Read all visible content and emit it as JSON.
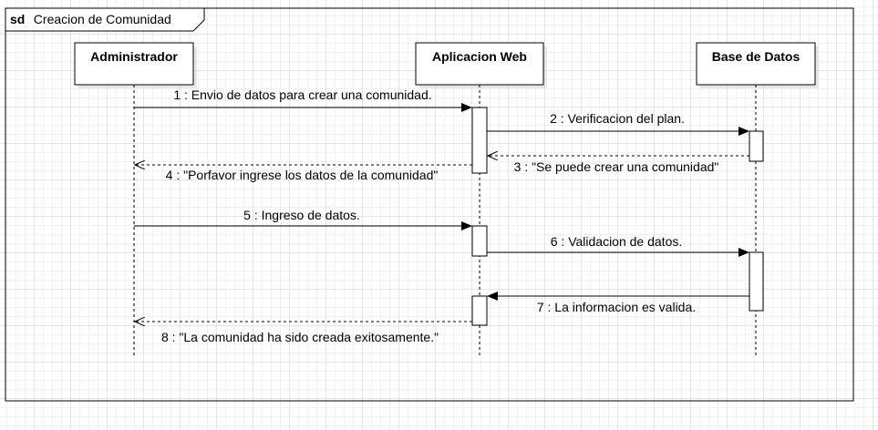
{
  "frame": {
    "keyword": "sd",
    "name": "Creacion de Comunidad"
  },
  "lifelines": [
    {
      "id": "admin",
      "label": "Administrador"
    },
    {
      "id": "web",
      "label": "Aplicacion Web"
    },
    {
      "id": "db",
      "label": "Base de Datos"
    }
  ],
  "messages": [
    {
      "label": "1 : Envio de datos para crear una comunidad.",
      "from": "admin",
      "to": "web",
      "kind": "sync"
    },
    {
      "label": "2 : Verificacion del plan.",
      "from": "web",
      "to": "db",
      "kind": "sync"
    },
    {
      "label": "3 : \"Se puede crear una comunidad\"",
      "from": "db",
      "to": "web",
      "kind": "return"
    },
    {
      "label": "4 : \"Porfavor ingrese los datos de la comunidad\"",
      "from": "web",
      "to": "admin",
      "kind": "return"
    },
    {
      "label": "5 : Ingreso de datos.",
      "from": "admin",
      "to": "web",
      "kind": "sync"
    },
    {
      "label": "6 : Validacion de datos.",
      "from": "web",
      "to": "db",
      "kind": "sync"
    },
    {
      "label": "7 : La informacion es valida.",
      "from": "db",
      "to": "web",
      "kind": "sync"
    },
    {
      "label": "8 : \"La comunidad ha sido creada exitosamente.\"",
      "from": "web",
      "to": "admin",
      "kind": "return"
    }
  ]
}
